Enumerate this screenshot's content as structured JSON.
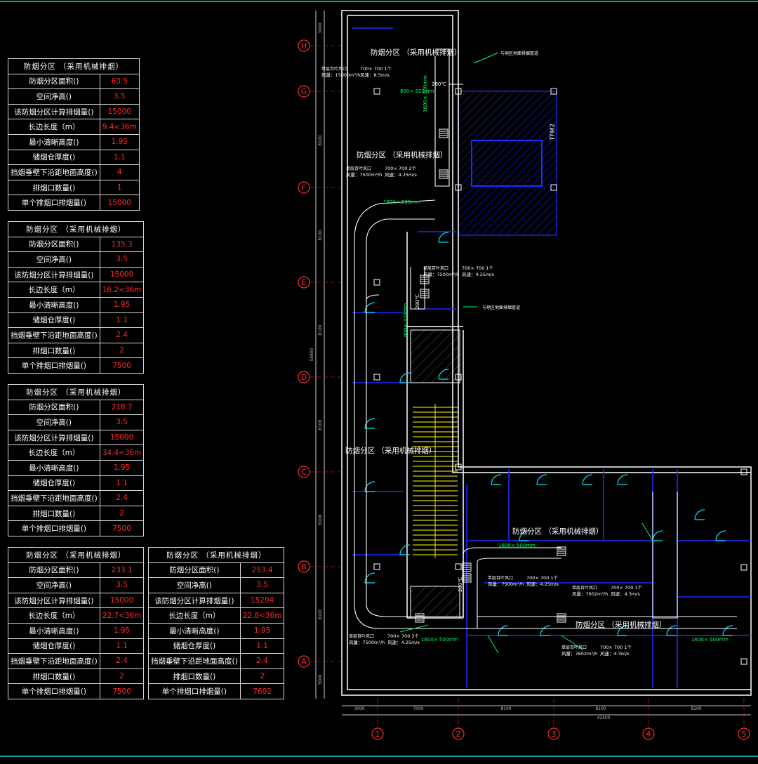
{
  "colors": {
    "bg": "#000000",
    "frame": "#1a9aa0",
    "wall": "#ffffff",
    "duct": "#ffffff",
    "blue": "#1a2dff",
    "cyan": "#00e5ff",
    "axis": "#ff2a2a",
    "hatch": "#1a2dff",
    "stair": "#ffff00",
    "table_value": "#ff2a2a"
  },
  "tables": [
    {
      "title": "防烟分区 （采用机械排烟）",
      "rows": [
        {
          "label": "防烟分区面积()",
          "value": "60.5"
        },
        {
          "label": "空间净高()",
          "value": "3.5"
        },
        {
          "label": "该防烟分区计算排烟量()",
          "value": "15000"
        },
        {
          "label": "长边长度（m）",
          "value": "9.4<36m"
        },
        {
          "label": "最小清晰高度()",
          "value": "1.95"
        },
        {
          "label": "储烟仓厚度()",
          "value": "1.1"
        },
        {
          "label": "挡烟垂壁下沿距地面高度()",
          "value": "4"
        },
        {
          "label": "排烟口数量()",
          "value": "1"
        },
        {
          "label": "单个排烟口排烟量()",
          "value": "15000"
        }
      ]
    },
    {
      "title": "防烟分区 （采用机械排烟）",
      "rows": [
        {
          "label": "防烟分区面积()",
          "value": "135.3"
        },
        {
          "label": "空间净高()",
          "value": "3.5"
        },
        {
          "label": "该防烟分区计算排烟量()",
          "value": "15000"
        },
        {
          "label": "长边长度（m）",
          "value": "16.2<36m"
        },
        {
          "label": "最小清晰高度()",
          "value": "1.95"
        },
        {
          "label": "储烟仓厚度()",
          "value": "1.1"
        },
        {
          "label": "挡烟垂壁下沿距地面高度()",
          "value": "2.4"
        },
        {
          "label": "排烟口数量()",
          "value": "2"
        },
        {
          "label": "单个排烟口排烟量()",
          "value": "7500"
        }
      ]
    },
    {
      "title": "防烟分区 （采用机械排烟）",
      "rows": [
        {
          "label": "防烟分区面积()",
          "value": "218.7"
        },
        {
          "label": "空间净高()",
          "value": "3.5"
        },
        {
          "label": "该防烟分区计算排烟量()",
          "value": "15000"
        },
        {
          "label": "长边长度（m）",
          "value": "34.4<36m"
        },
        {
          "label": "最小清晰高度()",
          "value": "1.95"
        },
        {
          "label": "储烟仓厚度()",
          "value": "1.1"
        },
        {
          "label": "挡烟垂壁下沿距地面高度()",
          "value": "2.4"
        },
        {
          "label": "排烟口数量()",
          "value": "2"
        },
        {
          "label": "单个排烟口排烟量()",
          "value": "7500"
        }
      ]
    },
    {
      "title": "防烟分区 （采用机械排烟）",
      "rows": [
        {
          "label": "防烟分区面积()",
          "value": "233.1"
        },
        {
          "label": "空间净高()",
          "value": "3.5"
        },
        {
          "label": "该防烟分区计算排烟量()",
          "value": "15000"
        },
        {
          "label": "长边长度（m）",
          "value": "22.7<36m"
        },
        {
          "label": "最小清晰高度()",
          "value": "1.95"
        },
        {
          "label": "储烟仓厚度()",
          "value": "1.1"
        },
        {
          "label": "挡烟垂壁下沿距地面高度()",
          "value": "2.4"
        },
        {
          "label": "排烟口数量()",
          "value": "2"
        },
        {
          "label": "单个排烟口排烟量()",
          "value": "7500"
        }
      ]
    },
    {
      "title": "防烟分区 （采用机械排烟）",
      "rows": [
        {
          "label": "防烟分区面积()",
          "value": "253.4"
        },
        {
          "label": "空间净高()",
          "value": "3.5"
        },
        {
          "label": "该防烟分区计算排烟量()",
          "value": "15204"
        },
        {
          "label": "长边长度（m）",
          "value": "22.8<36m"
        },
        {
          "label": "最小清晰高度()",
          "value": "1.95"
        },
        {
          "label": "储烟仓厚度()",
          "value": "1.1"
        },
        {
          "label": "挡烟垂壁下沿距地面高度()",
          "value": "2.4"
        },
        {
          "label": "排烟口数量()",
          "value": "2"
        },
        {
          "label": "单个排烟口排烟量()",
          "value": "7602"
        }
      ]
    }
  ],
  "plan": {
    "row_axes": [
      "H",
      "G",
      "F",
      "E",
      "D",
      "C",
      "B",
      "A"
    ],
    "col_axes": [
      "1",
      "2",
      "3",
      "4",
      "5"
    ],
    "left_dims": [
      "3000",
      "8100",
      "8100",
      "8100",
      "8100",
      "8100",
      "8100",
      "3000"
    ],
    "left_total": "58800",
    "bottom_dims": [
      "3000",
      "7000",
      "8100",
      "8100",
      "8100"
    ],
    "bottom_total": "42400",
    "zone_label": "防烟分区 （采用机械排烟）",
    "duct_sizes": [
      "800× 320mm",
      "1600× 500mm",
      "1600× 500mm",
      "800× 320mm",
      "1600× 500mm",
      "1600× 500mm",
      "1600× 500mm"
    ],
    "fire_dampers": [
      "280℃",
      "280℃",
      "280℃"
    ],
    "vent_specs": [
      {
        "line1": "单层百叶风口",
        "size": "700× 700 1个",
        "line2": "风量：15000m³/h",
        "speed": "风速：8.5m/s"
      },
      {
        "line1": "单层百叶风口",
        "size": "700× 700 2个",
        "line2": "风量：7500m³/h",
        "speed": "风速：4.25m/s"
      },
      {
        "line1": "单层百叶风口",
        "size": "700× 700 1个",
        "line2": "风量：7500m³/h",
        "speed": "风速：4.25m/s"
      },
      {
        "line1": "单层百叶风口",
        "size": "700× 700 2个",
        "line2": "风量：7500m³/h",
        "speed": "风速：4.25m/s"
      },
      {
        "line1": "单层百叶风口",
        "size": "700× 700 1个",
        "line2": "风量：7602m³/h",
        "speed": "风速：4.3m/s"
      },
      {
        "line1": "单层百叶风口",
        "size": "700× 700 1个",
        "line2": "风量：7500m³/h",
        "speed": "风速：4.25m/s"
      },
      {
        "line1": "单层百叶风口",
        "size": "700× 700 1个",
        "line2": "风量：7602m³/h",
        "speed": "风速：4.3m/s"
      }
    ],
    "riser_notes": [
      "与地区地面排烟管道",
      "与地区地面排烟管道"
    ],
    "tfm_label": "TFM2"
  }
}
